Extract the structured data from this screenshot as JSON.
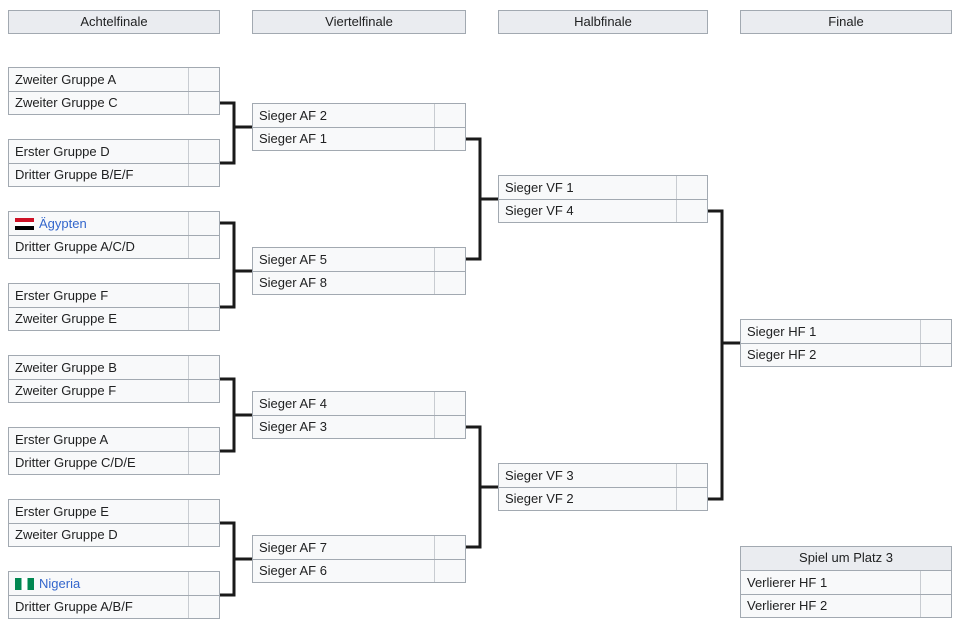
{
  "rounds": [
    {
      "id": "r16",
      "label": "Achtelfinale"
    },
    {
      "id": "qf",
      "label": "Viertelfinale"
    },
    {
      "id": "sf",
      "label": "Halbfinale"
    },
    {
      "id": "f",
      "label": "Finale"
    }
  ],
  "third_place": {
    "label": "Spiel um Platz 3",
    "rows": [
      {
        "team": "Verlierer HF 1",
        "score": ""
      },
      {
        "team": "Verlierer HF 2",
        "score": ""
      }
    ]
  },
  "matches": {
    "af1": {
      "rows": [
        {
          "team": "Zweiter Gruppe A",
          "score": "",
          "flag": null,
          "link": false
        },
        {
          "team": "Zweiter Gruppe C",
          "score": "",
          "flag": null,
          "link": false
        }
      ]
    },
    "af2": {
      "rows": [
        {
          "team": "Erster Gruppe D",
          "score": "",
          "flag": null,
          "link": false
        },
        {
          "team": "Dritter Gruppe B/E/F",
          "score": "",
          "flag": null,
          "link": false
        }
      ]
    },
    "af3": {
      "rows": [
        {
          "team": "Ägypten",
          "score": "",
          "flag": "flag-eg",
          "link": true
        },
        {
          "team": "Dritter Gruppe A/C/D",
          "score": "",
          "flag": null,
          "link": false
        }
      ]
    },
    "af4": {
      "rows": [
        {
          "team": "Erster Gruppe F",
          "score": "",
          "flag": null,
          "link": false
        },
        {
          "team": "Zweiter Gruppe E",
          "score": "",
          "flag": null,
          "link": false
        }
      ]
    },
    "af5": {
      "rows": [
        {
          "team": "Zweiter Gruppe B",
          "score": "",
          "flag": null,
          "link": false
        },
        {
          "team": "Zweiter Gruppe F",
          "score": "",
          "flag": null,
          "link": false
        }
      ]
    },
    "af6": {
      "rows": [
        {
          "team": "Erster Gruppe A",
          "score": "",
          "flag": null,
          "link": false
        },
        {
          "team": "Dritter Gruppe C/D/E",
          "score": "",
          "flag": null,
          "link": false
        }
      ]
    },
    "af7": {
      "rows": [
        {
          "team": "Erster Gruppe E",
          "score": "",
          "flag": null,
          "link": false
        },
        {
          "team": "Zweiter Gruppe D",
          "score": "",
          "flag": null,
          "link": false
        }
      ]
    },
    "af8": {
      "rows": [
        {
          "team": "Nigeria",
          "score": "",
          "flag": "flag-ng",
          "link": true
        },
        {
          "team": "Dritter Gruppe A/B/F",
          "score": "",
          "flag": null,
          "link": false
        }
      ]
    },
    "vf1": {
      "rows": [
        {
          "team": "Sieger AF 2",
          "score": "",
          "flag": null,
          "link": false
        },
        {
          "team": "Sieger AF 1",
          "score": "",
          "flag": null,
          "link": false
        }
      ]
    },
    "vf2": {
      "rows": [
        {
          "team": "Sieger AF 5",
          "score": "",
          "flag": null,
          "link": false
        },
        {
          "team": "Sieger AF 8",
          "score": "",
          "flag": null,
          "link": false
        }
      ]
    },
    "vf3": {
      "rows": [
        {
          "team": "Sieger AF 4",
          "score": "",
          "flag": null,
          "link": false
        },
        {
          "team": "Sieger AF 3",
          "score": "",
          "flag": null,
          "link": false
        }
      ]
    },
    "vf4": {
      "rows": [
        {
          "team": "Sieger AF 7",
          "score": "",
          "flag": null,
          "link": false
        },
        {
          "team": "Sieger AF 6",
          "score": "",
          "flag": null,
          "link": false
        }
      ]
    },
    "hf1": {
      "rows": [
        {
          "team": "Sieger VF 1",
          "score": "",
          "flag": null,
          "link": false
        },
        {
          "team": "Sieger VF 4",
          "score": "",
          "flag": null,
          "link": false
        }
      ]
    },
    "hf2": {
      "rows": [
        {
          "team": "Sieger VF 3",
          "score": "",
          "flag": null,
          "link": false
        },
        {
          "team": "Sieger VF 2",
          "score": "",
          "flag": null,
          "link": false
        }
      ]
    },
    "fin": {
      "rows": [
        {
          "team": "Sieger HF 1",
          "score": "",
          "flag": null,
          "link": false
        },
        {
          "team": "Sieger HF 2",
          "score": "",
          "flag": null,
          "link": false
        }
      ]
    }
  },
  "colors": {
    "header_bg": "#eaecf0",
    "row_bg": "#f8f9fa",
    "border": "#a2a9b1",
    "link": "#3366cc",
    "connector": "#1a1a1a"
  }
}
